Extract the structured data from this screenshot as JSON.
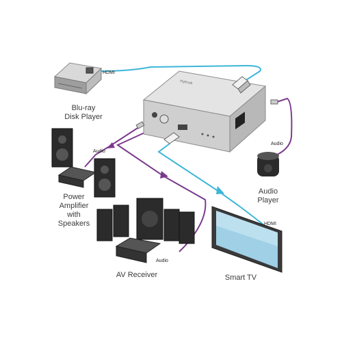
{
  "devices": {
    "bluray": {
      "line1": "Blu-ray",
      "line2": "Disk Player"
    },
    "power_amp": {
      "line1": "Power",
      "line2": "Amplifier",
      "line3": "with",
      "line4": "Speakers"
    },
    "av_receiver": {
      "label": "AV Receiver"
    },
    "audio_player": {
      "line1": "Audio",
      "line2": "Player"
    },
    "smart_tv": {
      "label": "Smart TV"
    },
    "extractor": {
      "brand": "FlyKnob"
    }
  },
  "connections": {
    "hdmi_in": "HDMI",
    "audio_to_amp": "Audio",
    "audio_to_receiver": "Audio",
    "audio_to_player": "Audio",
    "hdmi_to_tv": "HDMI"
  },
  "colors": {
    "hdmi_cable": "#3bb6d8",
    "audio_cable": "#7a3a8c",
    "device_body": "#d9d9d9"
  }
}
